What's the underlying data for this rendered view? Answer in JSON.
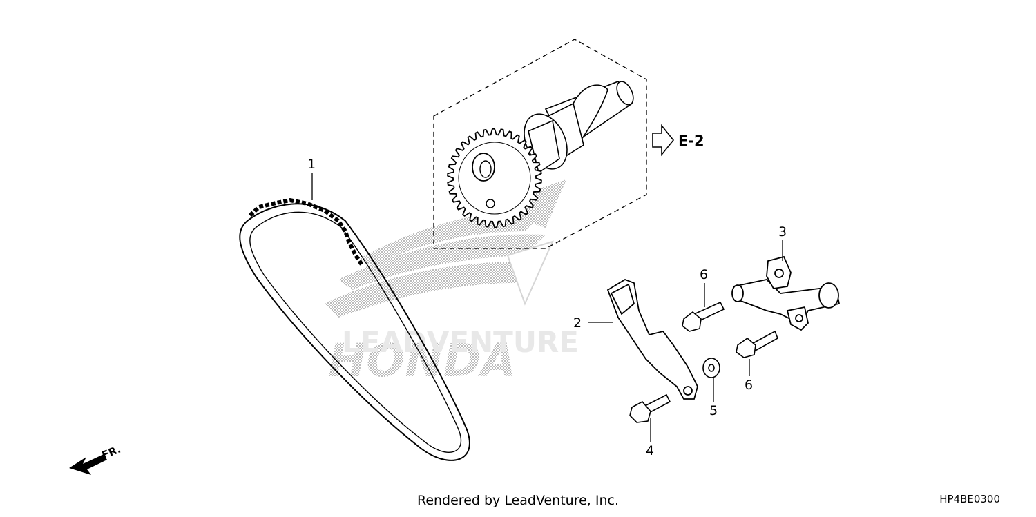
{
  "diagram": {
    "callouts": [
      "1",
      "2",
      "3",
      "4",
      "5",
      "6",
      "6"
    ],
    "reference_label": "E-2",
    "direction_label": "FR.",
    "watermark_brand": "HONDA",
    "watermark_text": "LEADVENTURE"
  },
  "footer": {
    "credit": "Rendered by LeadVenture, Inc.",
    "diagram_code": "HP4BE0300"
  }
}
